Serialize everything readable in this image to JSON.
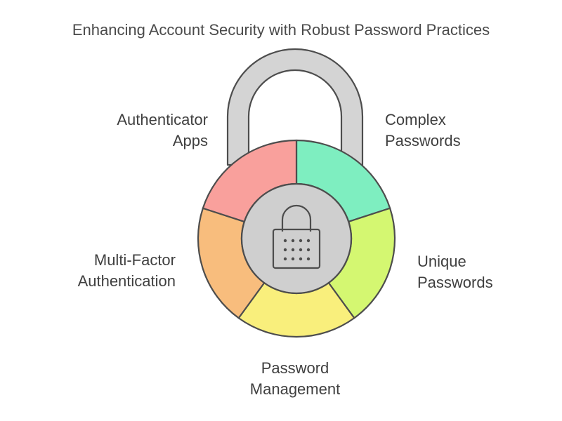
{
  "title": "Enhancing Account Security with Robust Password Practices",
  "segments": [
    {
      "id": "complex",
      "lines": [
        "Complex",
        "Passwords"
      ],
      "color": "#7eeec0"
    },
    {
      "id": "unique",
      "lines": [
        "Unique",
        "Passwords"
      ],
      "color": "#d4f771"
    },
    {
      "id": "management",
      "lines": [
        "Password",
        "Management"
      ],
      "color": "#f9ef7c"
    },
    {
      "id": "mfa",
      "lines": [
        "Multi-Factor",
        "Authentication"
      ],
      "color": "#f8bd7d"
    },
    {
      "id": "authenticator",
      "lines": [
        "Authenticator",
        "Apps"
      ],
      "color": "#f9a09c"
    }
  ],
  "icons": {
    "shackle": "padlock-shackle-icon",
    "center": "padlock-icon"
  },
  "colors": {
    "shackle": "#d4d4d4",
    "outline": "#4d4d4d",
    "hub": "#cfcfcf"
  }
}
